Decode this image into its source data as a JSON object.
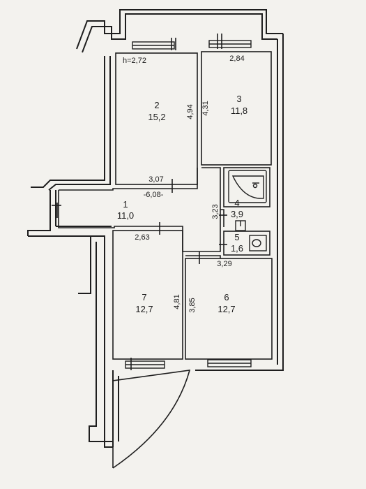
{
  "plan": {
    "ceiling_height": "h=2,72",
    "ink_color": "#1e1e1e",
    "paper_color": "#f3f2ee",
    "rooms": [
      {
        "id": "1",
        "number": "1",
        "area": "11,0"
      },
      {
        "id": "2",
        "number": "2",
        "area": "15,2"
      },
      {
        "id": "3",
        "number": "3",
        "area": "11,8"
      },
      {
        "id": "4",
        "number": "4",
        "area": "3,9"
      },
      {
        "id": "5",
        "number": "5",
        "area": "1,6"
      },
      {
        "id": "6",
        "number": "6",
        "area": "12,7"
      },
      {
        "id": "7",
        "number": "7",
        "area": "12,7"
      }
    ],
    "dimensions": {
      "room2_height": "4,94",
      "room2_width": "3,07",
      "room3_height": "4,31",
      "room3_width": "2,84",
      "hall_length": "-6,08-",
      "bath_height": "3,23",
      "room6_width": "3,29",
      "room6_height": "3,85",
      "room7_width": "2,63",
      "room7_height": "4,81"
    }
  }
}
